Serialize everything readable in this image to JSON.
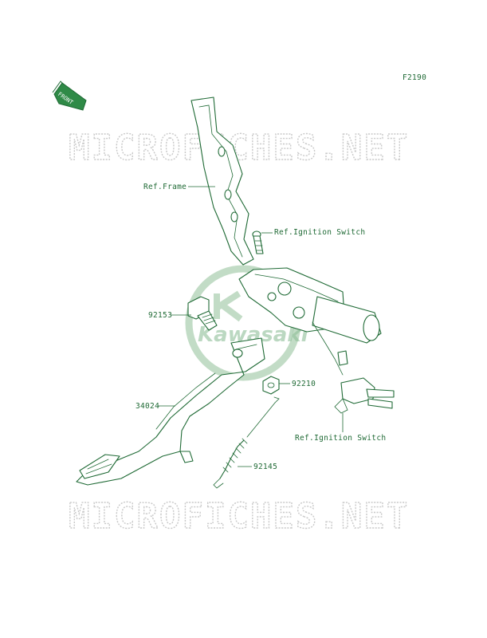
{
  "diagram_code": "F2190",
  "front_label": "FRONT",
  "watermark": {
    "text": "MICROFICHES.NET",
    "logo_text": "Kawasaki"
  },
  "callouts": {
    "ref_frame": "Ref.Frame",
    "ref_ignition_switch_top": "Ref.Ignition Switch",
    "ref_ignition_switch_bottom": "Ref.Ignition Switch",
    "part_92153": "92153",
    "part_92210": "92210",
    "part_34024": "34024",
    "part_92145": "92145"
  },
  "colors": {
    "line_art": "#1f6a35",
    "watermark": "#c9c9c9",
    "logo": "#8fbf98"
  }
}
